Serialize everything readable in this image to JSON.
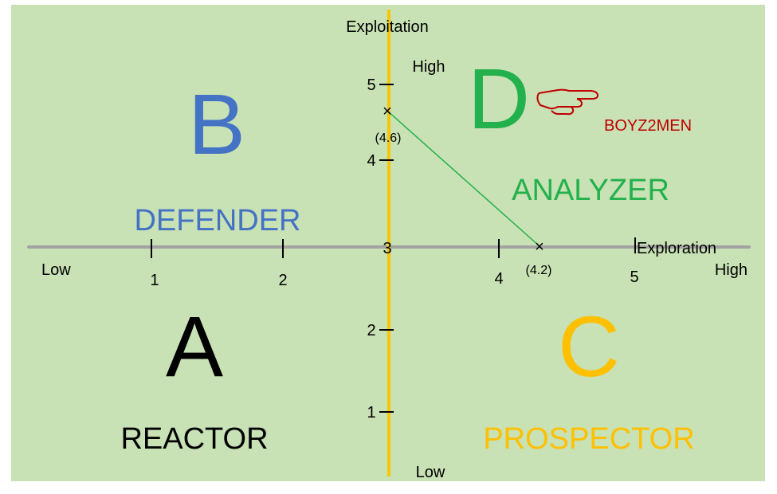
{
  "colors": {
    "background": "#c8e1b5",
    "axis_gray": "#a3a3a3",
    "axis_yellow": "#f6c700",
    "blue": "#4472c4",
    "green": "#22b14c",
    "orange": "#ffc000",
    "black": "#000000",
    "red": "#c00000"
  },
  "axes": {
    "y_title": "Exploitation",
    "y_high": "High",
    "y_low": "Low",
    "x_title": "Exploration",
    "x_high": "High",
    "x_low": "Low",
    "x_ticks": [
      "1",
      "2",
      "3",
      "4",
      "5"
    ],
    "y_ticks": [
      "1",
      "2",
      "4",
      "5"
    ]
  },
  "quadrants": {
    "top_left": {
      "letter": "B",
      "name": "DEFENDER"
    },
    "top_right": {
      "letter": "D",
      "name": "ANALYZER"
    },
    "bottom_left": {
      "letter": "A",
      "name": "REACTOR"
    },
    "bottom_right": {
      "letter": "C",
      "name": "PROSPECTOR"
    }
  },
  "points": {
    "exploitation": {
      "value": 4.6,
      "label": "(4.6)"
    },
    "exploration": {
      "value": 4.2,
      "label": "(4.2)"
    }
  },
  "callout": {
    "label": "BOYZ2MEN",
    "icon": "pointing-hand-icon"
  }
}
